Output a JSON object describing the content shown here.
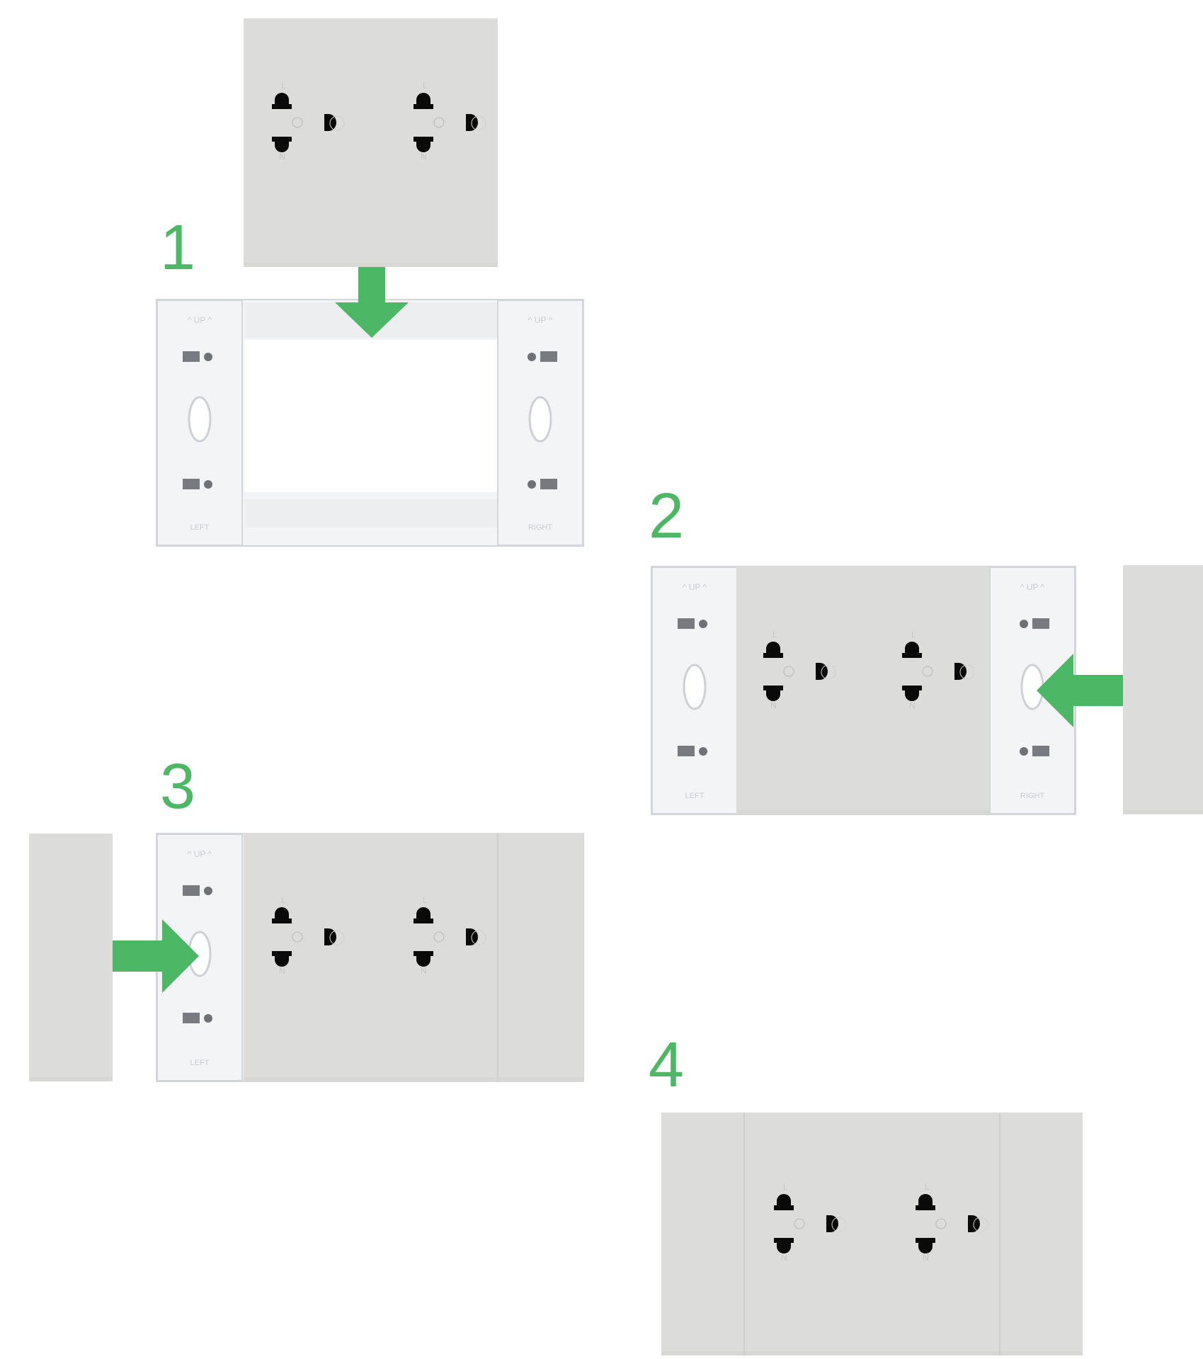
{
  "steps": [
    {
      "number": "1"
    },
    {
      "number": "2"
    },
    {
      "number": "3"
    },
    {
      "number": "4"
    }
  ],
  "frame_labels": {
    "up": "^ UP ^",
    "left": "LEFT",
    "right": "RIGHT"
  },
  "colors": {
    "accent": "#4cb865",
    "plate": "#dcdcda",
    "plate_shade": "#d3d3d1",
    "frame": "#f3f4f6",
    "frame_edge": "#d2d5da",
    "socket_hole": "#0a0a0a",
    "background": "#ffffff"
  },
  "icons": {
    "arrow": "arrow-icon",
    "socket": "socket-outlet-icon"
  }
}
